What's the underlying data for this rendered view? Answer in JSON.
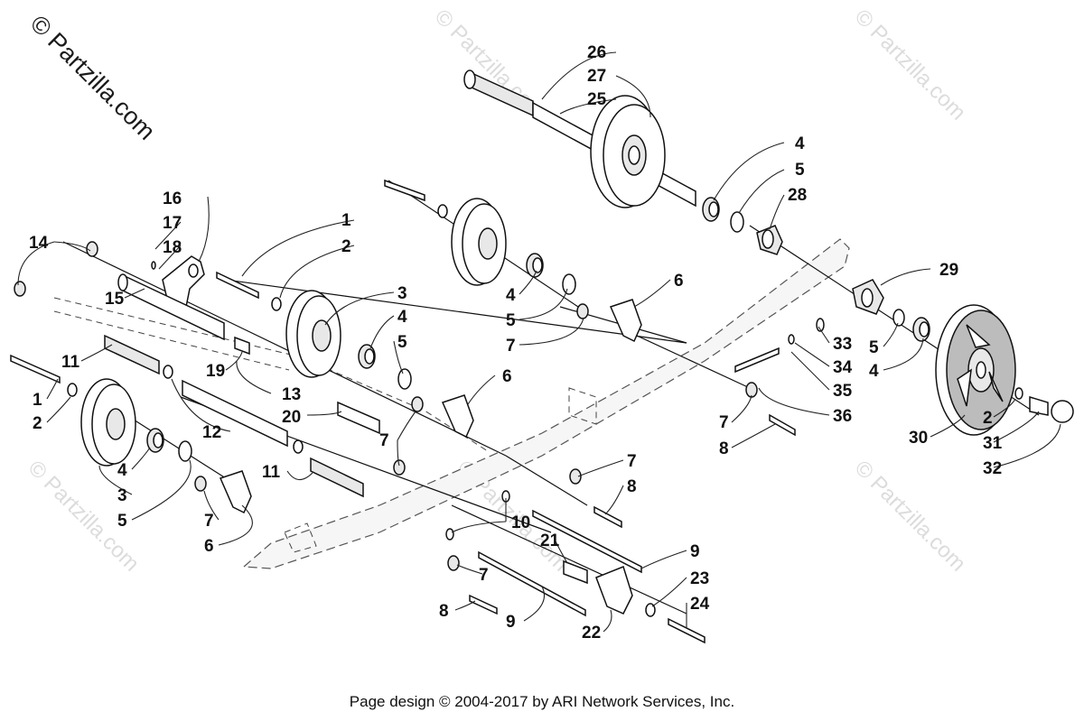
{
  "watermark": {
    "main": "© Partzilla.com",
    "faint": "© Partzilla.com"
  },
  "footer": {
    "text": "Page design © 2004-2017 by ARI Network Services, Inc."
  },
  "callouts": {
    "c26": "26",
    "c27": "27",
    "c25": "25",
    "c4a": "4",
    "c5a": "5",
    "c28": "28",
    "c16": "16",
    "c17": "17",
    "c18": "18",
    "c1a": "1",
    "c2a": "2",
    "c14": "14",
    "c15": "15",
    "c3a": "3",
    "c4b": "4",
    "c5b": "5",
    "c6a": "6",
    "c7a": "7",
    "c4c": "4",
    "c5c": "5",
    "c29": "29",
    "c33": "33",
    "c34": "34",
    "c35": "35",
    "c36": "36",
    "c5d": "5",
    "c4d": "4",
    "c11a": "11",
    "c19": "19",
    "c13": "13",
    "c20": "20",
    "c12": "12",
    "c1b": "1",
    "c2b": "2",
    "c6b": "6",
    "c7b": "7",
    "c8a": "8",
    "c30": "30",
    "c2c": "2",
    "c31": "31",
    "c32": "32",
    "c4e": "4",
    "c3b": "3",
    "c5e": "5",
    "c7c": "7",
    "c6c": "6",
    "c11b": "11",
    "c7d": "7",
    "c8b": "8",
    "c10": "10",
    "c21": "21",
    "c9a": "9",
    "c7e": "7",
    "c23": "23",
    "c24": "24",
    "c8c": "8",
    "c9b": "9",
    "c22": "22"
  }
}
